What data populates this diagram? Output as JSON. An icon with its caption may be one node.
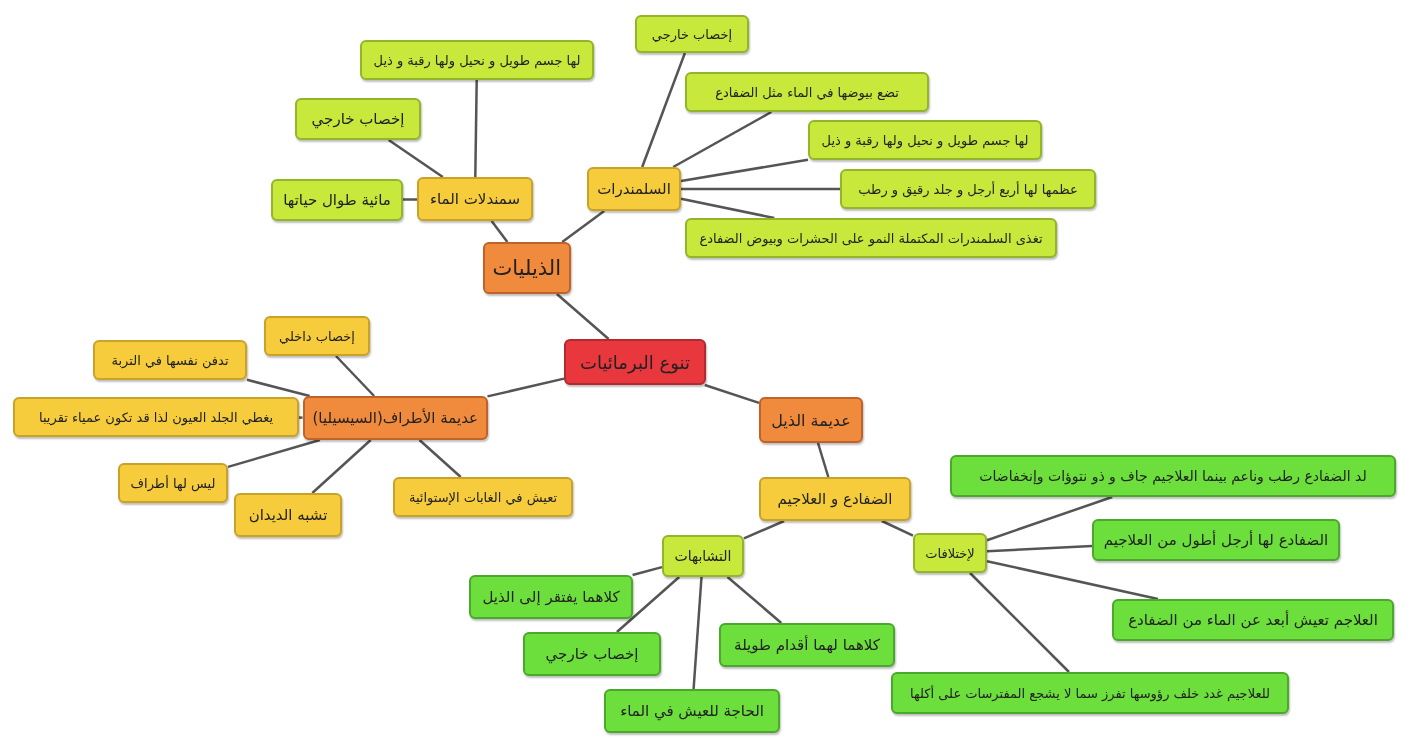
{
  "diagram": {
    "nodes": [
      {
        "text": [
          "تنوع البرمائيات"
        ]
      },
      {
        "text": [
          "الذيليات"
        ]
      },
      {
        "text": [
          "سمندلات الماء"
        ]
      },
      {
        "text": [
          "لها جسم طويل و نحيل ولها رقبة و ذيل"
        ]
      },
      {
        "text": [
          "إخصاب خارجي"
        ]
      },
      {
        "text": [
          "مائية طوال حياتها"
        ]
      },
      {
        "text": [
          "السلمندرات"
        ]
      },
      {
        "text": [
          "إخصاب خارجي"
        ]
      },
      {
        "text": [
          "تضع بيوضها في الماء مثل الضفادع"
        ]
      },
      {
        "text": [
          "لها جسم طويل و نحيل ولها رقبة و ذيل"
        ]
      },
      {
        "text": [
          "عظمها لها أربع أرجل و جلد رقيق و رطب"
        ]
      },
      {
        "text": [
          "تغذى السلمندرات المكتملة النمو على الحشرات وبيوض الضفادع"
        ]
      },
      {
        "text": [
          "عديمة الأطراف(السيسيليا)"
        ]
      },
      {
        "text": [
          "إخصاب داخلي"
        ]
      },
      {
        "text": [
          "تدفن نفسها في التربة"
        ]
      },
      {
        "text": [
          "يغطي الجلد العيون لذا قد تكون عمياء تقريبا"
        ]
      },
      {
        "text": [
          "ليس لها أطراف"
        ]
      },
      {
        "text": [
          "تشبه الديدان"
        ]
      },
      {
        "text": [
          "تعيش في الغابات الإستوائية"
        ]
      },
      {
        "text": [
          "عديمة الذيل"
        ]
      },
      {
        "text": [
          "الضفادع و العلاجيم"
        ]
      },
      {
        "text": [
          "التشابهات"
        ]
      },
      {
        "text": [
          "كلاهما يفتقر إلى الذيل"
        ]
      },
      {
        "text": [
          "إخصاب خارجي"
        ]
      },
      {
        "text": [
          "الحاجة للعيش في الماء"
        ]
      },
      {
        "text": [
          "كلاهما لهما أقدام طويلة"
        ]
      },
      {
        "text": [
          "لإختلافات"
        ]
      },
      {
        "text": [
          "لد الضفادع رطب وناعم بينما العلاجيم جاف و ذو نتوؤات وإنخفاضات"
        ]
      },
      {
        "text": [
          "الضفادع لها أرجل أطول من العلاجيم"
        ]
      },
      {
        "text": [
          "العلاجم تعيش أبعد عن الماء من الضفادع"
        ]
      },
      {
        "text": [
          "للعلاجيم غدد خلف رؤوسها تفرز سما لا يشجع المفترسات على أكلها"
        ]
      }
    ],
    "edges": [
      {
        "from": 0,
        "to": 1,
        "arrow": "none"
      },
      {
        "from": 1,
        "to": 2,
        "arrow": "none"
      },
      {
        "from": 2,
        "to": 3,
        "arrow": "none"
      },
      {
        "from": 2,
        "to": 4,
        "arrow": "none"
      },
      {
        "from": 2,
        "to": 5,
        "arrow": "none"
      },
      {
        "from": 1,
        "to": 6,
        "arrow": "none"
      },
      {
        "from": 6,
        "to": 7,
        "arrow": "none"
      },
      {
        "from": 6,
        "to": 8,
        "arrow": "none"
      },
      {
        "from": 6,
        "to": 9,
        "arrow": "none"
      },
      {
        "from": 6,
        "to": 10,
        "arrow": "none"
      },
      {
        "from": 6,
        "to": 11,
        "arrow": "none"
      },
      {
        "from": 0,
        "to": 12,
        "arrow": "none"
      },
      {
        "from": 12,
        "to": 13,
        "arrow": "none"
      },
      {
        "from": 12,
        "to": 14,
        "arrow": "none"
      },
      {
        "from": 12,
        "to": 15,
        "arrow": "none"
      },
      {
        "from": 12,
        "to": 16,
        "arrow": "none"
      },
      {
        "from": 12,
        "to": 17,
        "arrow": "none"
      },
      {
        "from": 12,
        "to": 18,
        "arrow": "none"
      },
      {
        "from": 0,
        "to": 19,
        "arrow": "none"
      },
      {
        "from": 19,
        "to": 20,
        "arrow": "none"
      },
      {
        "from": 20,
        "to": 21,
        "arrow": "none"
      },
      {
        "from": 21,
        "to": 22,
        "arrow": "none"
      },
      {
        "from": 21,
        "to": 23,
        "arrow": "none"
      },
      {
        "from": 21,
        "to": 24,
        "arrow": "none"
      },
      {
        "from": 21,
        "to": 25,
        "arrow": "none"
      },
      {
        "from": 20,
        "to": 26,
        "arrow": "none"
      },
      {
        "from": 26,
        "to": 27,
        "arrow": "none"
      },
      {
        "from": 26,
        "to": 28,
        "arrow": "none"
      },
      {
        "from": 26,
        "to": 29,
        "arrow": "none"
      },
      {
        "from": 26,
        "to": 30,
        "arrow": "none"
      }
    ]
  }
}
